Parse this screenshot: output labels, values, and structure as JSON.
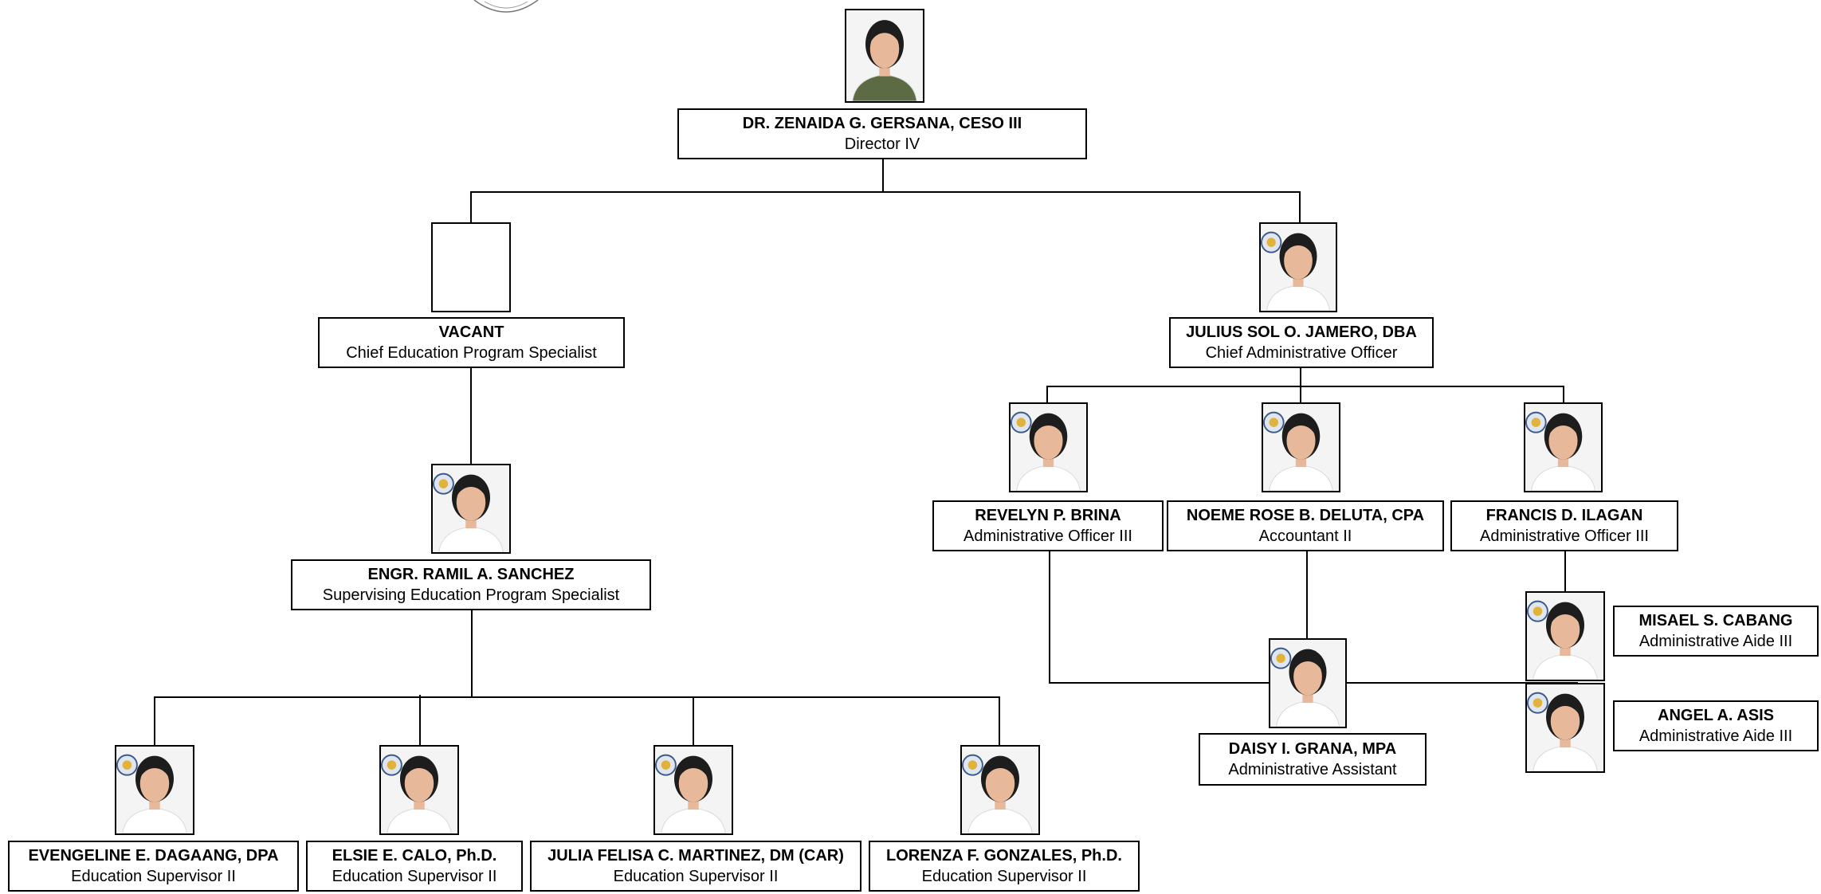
{
  "people": [
    {
      "id": "director",
      "name": "DR. ZENAIDA G. GERSANA, CESO III",
      "title": "Director IV",
      "photo": "photo"
    },
    {
      "id": "cepsvacant",
      "name": "VACANT",
      "title": "Chief Education Program Specialist",
      "photo": "empty"
    },
    {
      "id": "cao",
      "name": "JULIUS SOL O. JAMERO, DBA",
      "title": "Chief Administrative Officer",
      "photo": "photo"
    },
    {
      "id": "seps",
      "name": "ENGR. RAMIL A. SANCHEZ",
      "title": "Supervising Education Program Specialist",
      "photo": "photo"
    },
    {
      "id": "brina",
      "name": "REVELYN P. BRINA",
      "title": "Administrative Officer III",
      "photo": "photo"
    },
    {
      "id": "deluta",
      "name": "NOEME ROSE B. DELUTA, CPA",
      "title": "Accountant II",
      "photo": "photo"
    },
    {
      "id": "ilagan",
      "name": "FRANCIS D. ILAGAN",
      "title": "Administrative Officer III",
      "photo": "photo"
    },
    {
      "id": "cabang",
      "name": "MISAEL S. CABANG",
      "title": "Administrative Aide III",
      "photo": "photo"
    },
    {
      "id": "asis",
      "name": "ANGEL A. ASIS",
      "title": "Administrative Aide III",
      "photo": "photo"
    },
    {
      "id": "grana",
      "name": "DAISY  I. GRANA, MPA",
      "title": "Administrative Assistant",
      "photo": "photo"
    },
    {
      "id": "dagaang",
      "name": "EVENGELINE  E. DAGAANG, DPA",
      "title": "Education Supervisor II",
      "photo": "photo"
    },
    {
      "id": "calo",
      "name": "ELSIE E. CALO, Ph.D.",
      "title": "Education Supervisor II",
      "photo": "photo"
    },
    {
      "id": "martinez",
      "name": "JULIA FELISA C. MARTINEZ, DM (CAR)",
      "title": "Education Supervisor II",
      "photo": "photo"
    },
    {
      "id": "gonzales",
      "name": "LORENZA F. GONZALES, Ph.D.",
      "title": "Education Supervisor II",
      "photo": "photo"
    }
  ],
  "colors": {
    "line": "#000000",
    "skin": "#e7b89a",
    "hair": "#1d1d1d",
    "shirt": "#ffffff",
    "director_jacket": "#5d6b45"
  }
}
